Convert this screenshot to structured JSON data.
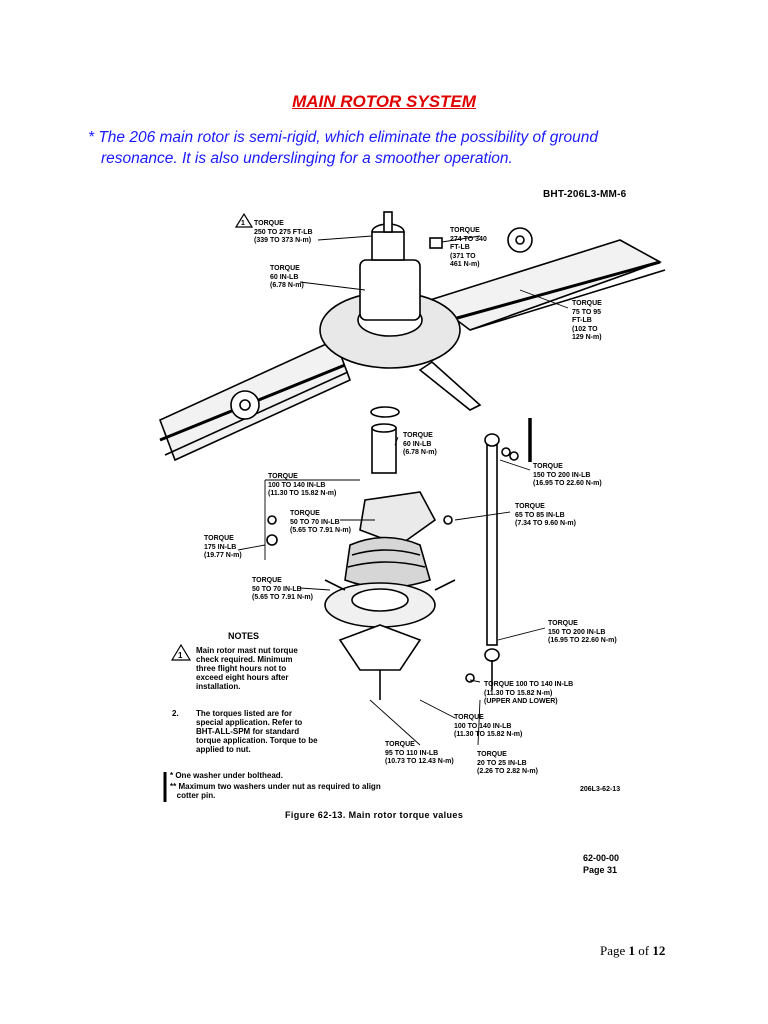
{
  "title": "MAIN ROTOR SYSTEM",
  "intro": {
    "line1": "* The 206 main rotor is semi-rigid, which eliminate the possibility of ground",
    "line2": "resonance. It is also underslinging for a smoother operation."
  },
  "doc_id": "BHT-206L3-MM-6",
  "labels": {
    "l1": "TORQUE\n250 TO 275 FT-LB\n(339 TO 373 N-m)",
    "l2": "TORQUE\n274 TO 340\nFT-LB\n(371 TO\n461 N-m)",
    "l3": "TORQUE\n60 IN-LB\n(6.78 N-m)",
    "l4": "TORQUE\n75 TO 95\nFT-LB\n(102 TO\n129 N-m)",
    "l5": "TORQUE\n60 IN-LB\n(6.78 N-m)",
    "l6": "TORQUE\n150 TO 200 IN-LB\n(16.95 TO 22.60 N-m)",
    "l7": "TORQUE\n100 TO 140 IN-LB\n(11.30 TO 15.82 N-m)",
    "l8": "TORQUE\n65 TO 85 IN-LB\n(7.34 TO 9.60 N-m)",
    "l9": "TORQUE\n50 TO 70 IN-LB\n(5.65 TO 7.91 N-m)",
    "l10": "TORQUE\n175 IN-LB\n(19.77 N-m)",
    "l11": "TORQUE\n50 TO 70 IN-LB\n(5.65 TO 7.91 N-m)",
    "l12": "TORQUE\n150 TO 200 IN-LB\n(16.95 TO 22.60 N-m)",
    "l13": "TORQUE 100 TO 140 IN-LB\n(11.30 TO 15.82 N-m)\n(UPPER AND LOWER)",
    "l14": "TORQUE\n100 TO 140 IN-LB\n(11.30 TO 15.82 N-m)",
    "l15": "TORQUE\n95 TO 110 IN-LB\n(10.73 TO 12.43 N-m)",
    "l16": "TORQUE\n20 TO 25 IN-LB\n(2.26 TO 2.82 N-m)"
  },
  "notes": {
    "heading": "NOTES",
    "n1": "Main rotor mast nut torque\ncheck required. Minimum\nthree flight hours not to\nexceed eight hours after\ninstallation.",
    "n2_num": "2.",
    "n2": "The torques listed are for\nspecial application. Refer to\nBHT-ALL-SPM for standard\ntorque application. Torque to be\napplied to nut.",
    "washer1": "* One washer under bolthead.",
    "washer2": "** Maximum two washers under nut as required to align\n   cotter pin."
  },
  "figure_number": "206L3-62-13",
  "caption": "Figure 62-13.   Main rotor torque values",
  "page_ref": "62-00-00\nPage 31",
  "footer": {
    "prefix": "Page ",
    "current": "1",
    "mid": " of ",
    "total": "12"
  },
  "colors": {
    "title": "#e00000",
    "intro": "#1a1aff"
  }
}
